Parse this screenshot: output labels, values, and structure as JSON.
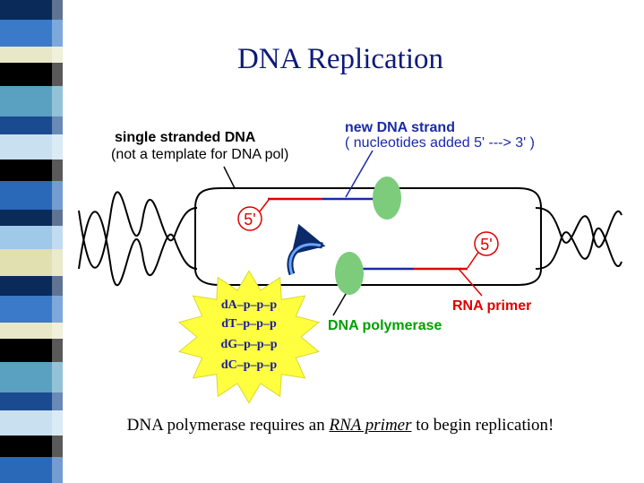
{
  "title": "DNA Replication",
  "labels": {
    "single_stranded": "single stranded DNA",
    "not_template": "(not a template for DNA pol)",
    "new_strand": "new DNA strand",
    "nucleotides_added": "( nucleotides added 5' ---> 3' )",
    "five_prime_top": "5'",
    "five_prime_bottom": "5'",
    "rna_primer": "RNA primer",
    "dna_polymerase": "DNA polymerase"
  },
  "nucleotides": [
    "dA–p–p–p",
    "dT–p–p–p",
    "dG–p–p–p",
    "dC–p–p–p"
  ],
  "caption": {
    "before": "DNA polymerase requires an ",
    "emphasis": "RNA primer",
    "after": " to begin replication!"
  },
  "colors": {
    "title": "#0d1a7a",
    "strand_line": "#000000",
    "rna_primer": "#e00000",
    "new_strand": "#1a2aa8",
    "polymerase": "#7ccc7c",
    "polymerase_label": "#00a000",
    "star": "#ffff40",
    "nucleotide_text": "#1a1aa0"
  }
}
